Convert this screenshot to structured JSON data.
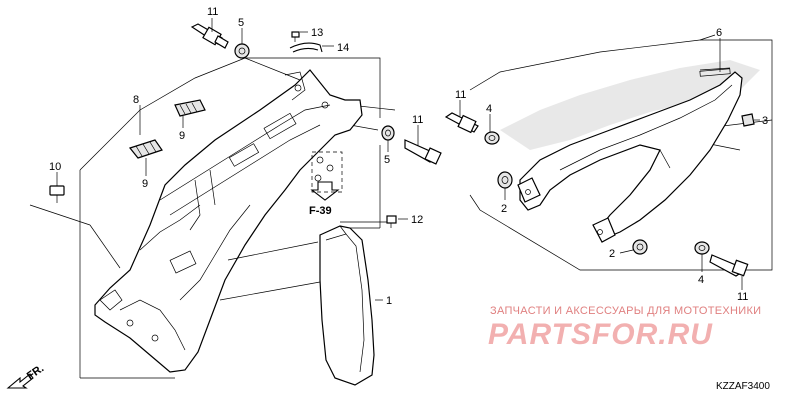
{
  "callouts": {
    "c11a": "11",
    "c5a": "5",
    "c13": "13",
    "c14": "14",
    "c8": "8",
    "c9a": "9",
    "c9b": "9",
    "c10": "10",
    "c11b": "11",
    "c4a": "4",
    "c11c": "11",
    "c5b": "5",
    "c12": "12",
    "c1": "1",
    "c6": "6",
    "c3": "3",
    "c2a": "2",
    "c2b": "2",
    "c4b": "4",
    "c11d": "11"
  },
  "reference": {
    "section": "F-39"
  },
  "direction": {
    "label": "FR."
  },
  "watermark": {
    "text": "ЗАПЧАСТИ И АКСЕССУАРЫ ДЛЯ МОТОТЕХНИКИ",
    "logo": "PARTSFOR.RU"
  },
  "diagram_code": "KZZAF3400"
}
